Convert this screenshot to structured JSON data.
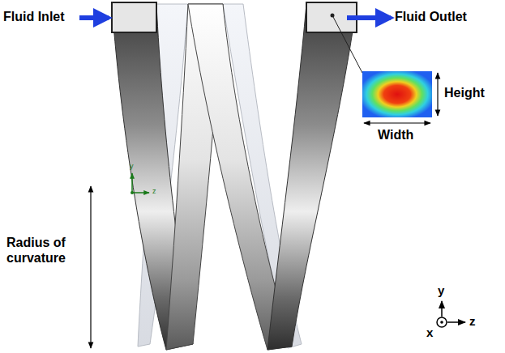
{
  "diagram": {
    "labels": [
      "Fluid Inlet",
      "Fluid Outlet",
      "Height",
      "Width",
      "Radius of curvature",
      "y",
      "z",
      "y",
      "x",
      "z"
    ]
  }
}
